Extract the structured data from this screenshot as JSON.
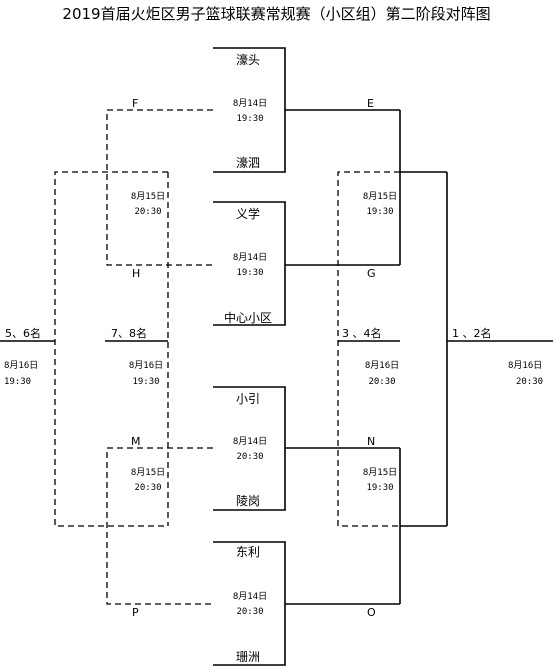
{
  "title": "2019首届火炬区男子篮球联赛常规赛（小区组）第二阶段对阵图",
  "teams": {
    "t1": "濠头",
    "t2": "濠泗",
    "t3": "义学",
    "t4": "中心小区",
    "t5": "小引",
    "t6": "陵岗",
    "t7": "东利",
    "t8": "珊洲"
  },
  "nodes": {
    "E": "E",
    "F": "F",
    "G": "G",
    "H": "H",
    "M": "M",
    "N": "N",
    "O": "O",
    "P": "P"
  },
  "placements": {
    "p56": "5、6名",
    "p78": "7、8名",
    "p34": "3 、4名",
    "p12": "1 、2名"
  },
  "schedule": {
    "r1a_date": "8月14日",
    "r1a_time": "19:30",
    "r1b_date": "8月14日",
    "r1b_time": "19:30",
    "r1c_date": "8月14日",
    "r1c_time": "20:30",
    "r1d_date": "8月14日",
    "r1d_time": "20:30",
    "r2_fh_date": "8月15日",
    "r2_fh_time": "20:30",
    "r2_eg_date": "8月15日",
    "r2_eg_time": "19:30",
    "r2_mp_date": "8月15日",
    "r2_mp_time": "20:30",
    "r2_no_date": "8月15日",
    "r2_no_time": "19:30",
    "f56_date": "8月16日",
    "f56_time": "19:30",
    "f78_date": "8月16日",
    "f78_time": "19:30",
    "f34_date": "8月16日",
    "f34_time": "20:30",
    "f12_date": "8月16日",
    "f12_time": "20:30"
  }
}
